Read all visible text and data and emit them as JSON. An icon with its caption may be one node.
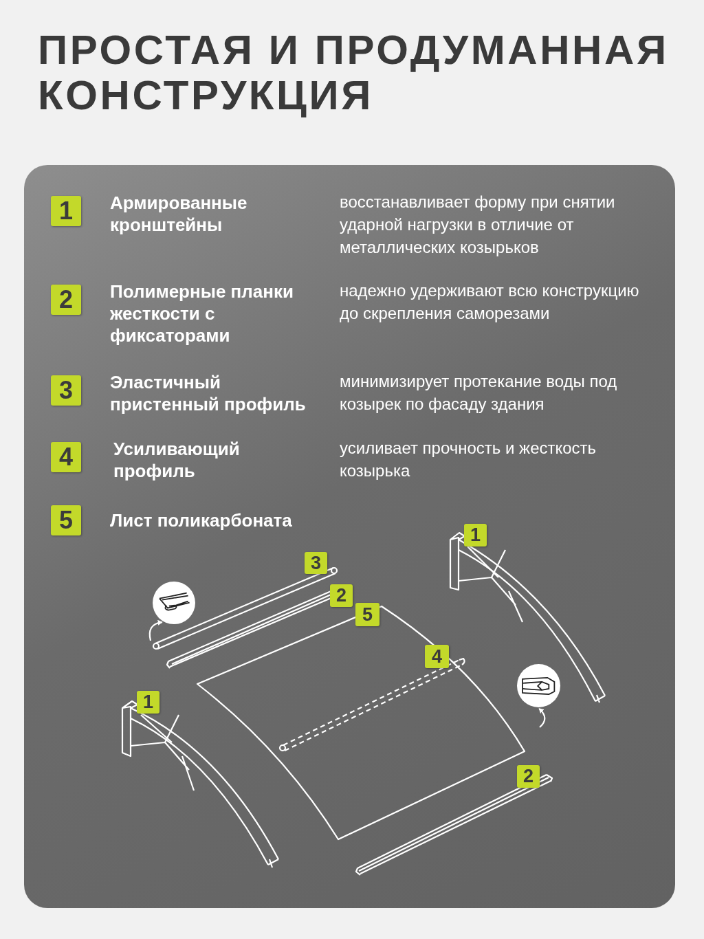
{
  "diagram": {
    "title": "ПРОСТАЯ И ПРОДУМАННАЯ КОНСТРУКЦИЯ",
    "nodes": [
      {
        "text": [
          "1"
        ],
        "beside": [
          "Армированные кронштейны"
        ]
      },
      {
        "text": [
          "2"
        ],
        "beside": [
          "Полимерные планки жесткости с фиксаторами"
        ]
      },
      {
        "text": [
          "3"
        ],
        "beside": [
          "Эластичный пристенный профиль"
        ]
      },
      {
        "text": [
          "4"
        ],
        "beside": [
          "Усиливающий профиль"
        ]
      },
      {
        "text": [
          "5"
        ],
        "beside": [
          "Лист поликарбоната"
        ]
      },
      {
        "text": [
          "1"
        ]
      },
      {
        "text": [
          "3"
        ]
      },
      {
        "text": [],
        "shape": "picture"
      },
      {
        "text": [
          "2"
        ]
      },
      {
        "text": [
          "5"
        ]
      },
      {
        "text": [
          "4"
        ]
      },
      {
        "text": [],
        "shape": "picture"
      },
      {
        "text": [
          "1"
        ]
      },
      {
        "text": [
          "2"
        ]
      }
    ],
    "edges": [
      {
        "from": null,
        "to": 7,
        "arrow": "to"
      },
      {
        "from": null,
        "to": 11,
        "arrow": "to"
      }
    ],
    "labels": [
      "восстанавливает форму при снятии ударной нагрузки в отличие от металлических козырьков",
      "надежно удерживают всю конструкцию до скрепления саморезами",
      "минимизирует протекание воды под козырек по фасаду здания",
      "усиливает прочность и жесткость козырька"
    ]
  }
}
